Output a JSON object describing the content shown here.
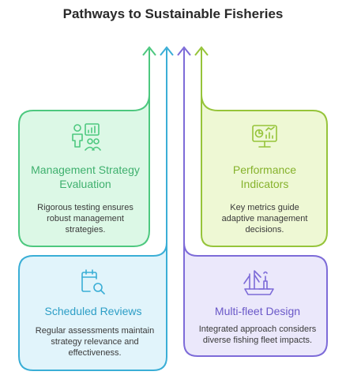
{
  "title": "Pathways to Sustainable Fisheries",
  "cards": [
    {
      "title": "Management Strategy Evaluation",
      "description": "Rigorous testing ensures robust management strategies.",
      "icon": "presenter-chart-icon",
      "color": "#4dc87f",
      "fill": "#dcf8e6"
    },
    {
      "title": "Performance Indicators",
      "description": "Key metrics guide adaptive management decisions.",
      "icon": "dashboard-monitor-icon",
      "color": "#96c43a",
      "fill": "#eef8d4"
    },
    {
      "title": "Scheduled Reviews",
      "description": "Regular assessments maintain strategy relevance and effectiveness.",
      "icon": "calendar-search-icon",
      "color": "#3aaed6",
      "fill": "#e1f4fb"
    },
    {
      "title": "Multi-fleet Design",
      "description": "Integrated approach considers diverse fishing fleet impacts.",
      "icon": "fishing-fleet-icon",
      "color": "#7d6bd8",
      "fill": "#ebe8fb"
    }
  ]
}
